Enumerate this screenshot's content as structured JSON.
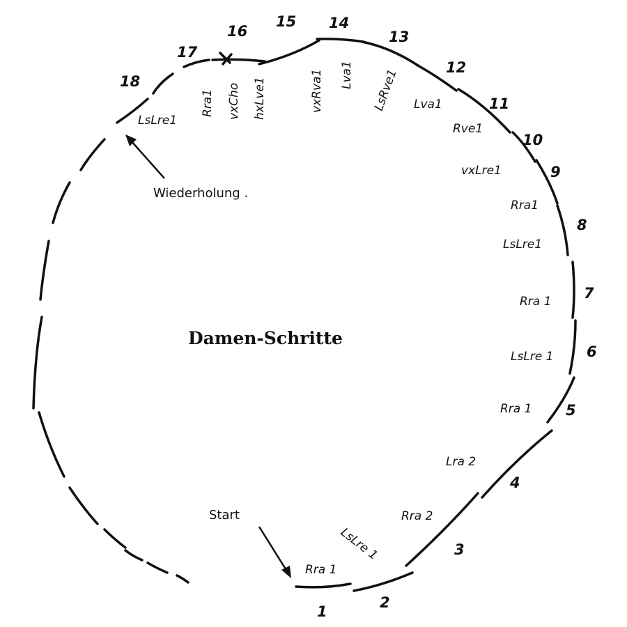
{
  "title": "Damen-Schritte",
  "start_label": "Start",
  "repeat_label": "Wiederholung .",
  "steps": [
    {
      "number": "1",
      "label": "Rra 1"
    },
    {
      "number": "2",
      "label": "LsLre 1"
    },
    {
      "number": "3",
      "label": "Rra 2"
    },
    {
      "number": "4",
      "label": "Lra 2"
    },
    {
      "number": "5",
      "label": "Rra 1"
    },
    {
      "number": "6",
      "label": "LsLre 1"
    },
    {
      "number": "7",
      "label": "Rra 1"
    },
    {
      "number": "8",
      "label": "LsLre1"
    },
    {
      "number": "9",
      "label": "Rra1"
    },
    {
      "number": "10",
      "label": "vxLre1"
    },
    {
      "number": "11",
      "label": "Rve1"
    },
    {
      "number": "12",
      "label": "Lva1"
    },
    {
      "number": "13",
      "label": "LsRve1"
    },
    {
      "number": "14",
      "label": "Lva1"
    },
    {
      "number": "15",
      "label": "vxRva1"
    },
    {
      "number": "16",
      "label": "hxLve1"
    },
    {
      "number": "17",
      "label": "vxCho"
    },
    {
      "number": "18",
      "label": "Rra1"
    },
    {
      "number": "",
      "label": "LsLre1"
    }
  ],
  "colors": {
    "ink": "#111111",
    "paper": "#ffffff"
  }
}
